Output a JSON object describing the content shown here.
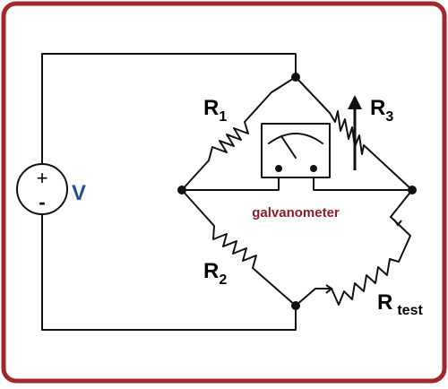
{
  "diagram": {
    "source_symbol": {
      "plus": "+",
      "minus": "-"
    },
    "source_label": "V",
    "labels": {
      "r1": {
        "main": "R",
        "sub": "1"
      },
      "r2": {
        "main": "R",
        "sub": "2"
      },
      "r3": {
        "main": "R",
        "sub": "3"
      },
      "rtest": {
        "main": "R",
        "sub": "test"
      }
    },
    "galvanometer_label": "galvanometer"
  },
  "colors": {
    "frame_border": "#a3272d",
    "wire": "#111111",
    "voltage_label": "#1f4e8c",
    "galvanometer_label": "#8b1e24",
    "text": "#000000"
  }
}
